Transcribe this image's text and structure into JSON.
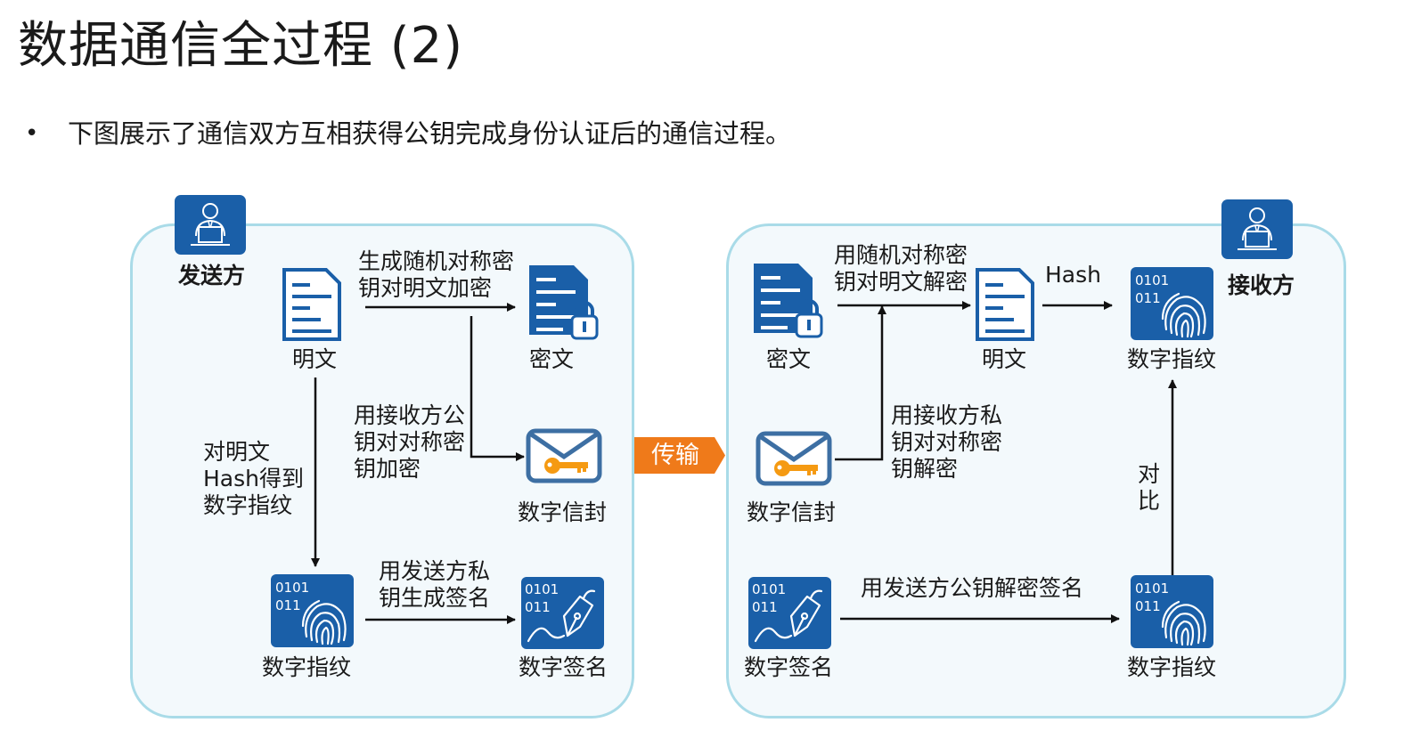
{
  "header": {
    "title": "数据通信全过程 (2)",
    "bullet": "•",
    "description": "下图展示了通信双方互相获得公钥完成身份认证后的通信过程。"
  },
  "colors": {
    "icon_blue": "#1a5fa8",
    "panel_border": "#a9dbe8",
    "panel_bg": "#f3f9fc",
    "transfer_orange": "#ef7a1a",
    "key_orange": "#f59a12",
    "envelope_blue": "#3d6fa3"
  },
  "sender": {
    "role_label": "发送方",
    "nodes": {
      "plaintext": "明文",
      "ciphertext": "密文",
      "envelope": "数字信封",
      "fingerprint": "数字指纹",
      "signature": "数字签名"
    },
    "edges": {
      "encrypt": "生成随机对称密\n钥对明文加密",
      "envelope": "用接收方公\n钥对对称密\n钥加密",
      "hash": "对明文\nHash得到\n数字指纹",
      "sign": "用发送方私\n钥生成签名"
    }
  },
  "transfer": {
    "label": "传输"
  },
  "receiver": {
    "role_label": "接收方",
    "nodes": {
      "ciphertext": "密文",
      "plaintext": "明文",
      "fingerprint_top": "数字指纹",
      "envelope": "数字信封",
      "signature": "数字签名",
      "fingerprint_bottom": "数字指纹"
    },
    "edges": {
      "decrypt": "用随机对称密\n钥对明文解密",
      "hash": "Hash",
      "envelope": "用接收方私\n钥对对称密\n钥解密",
      "verify": "用发送方公钥解密签名",
      "compare": "对\n比"
    }
  },
  "binary_text": {
    "line1": "0101",
    "line2": "011"
  }
}
